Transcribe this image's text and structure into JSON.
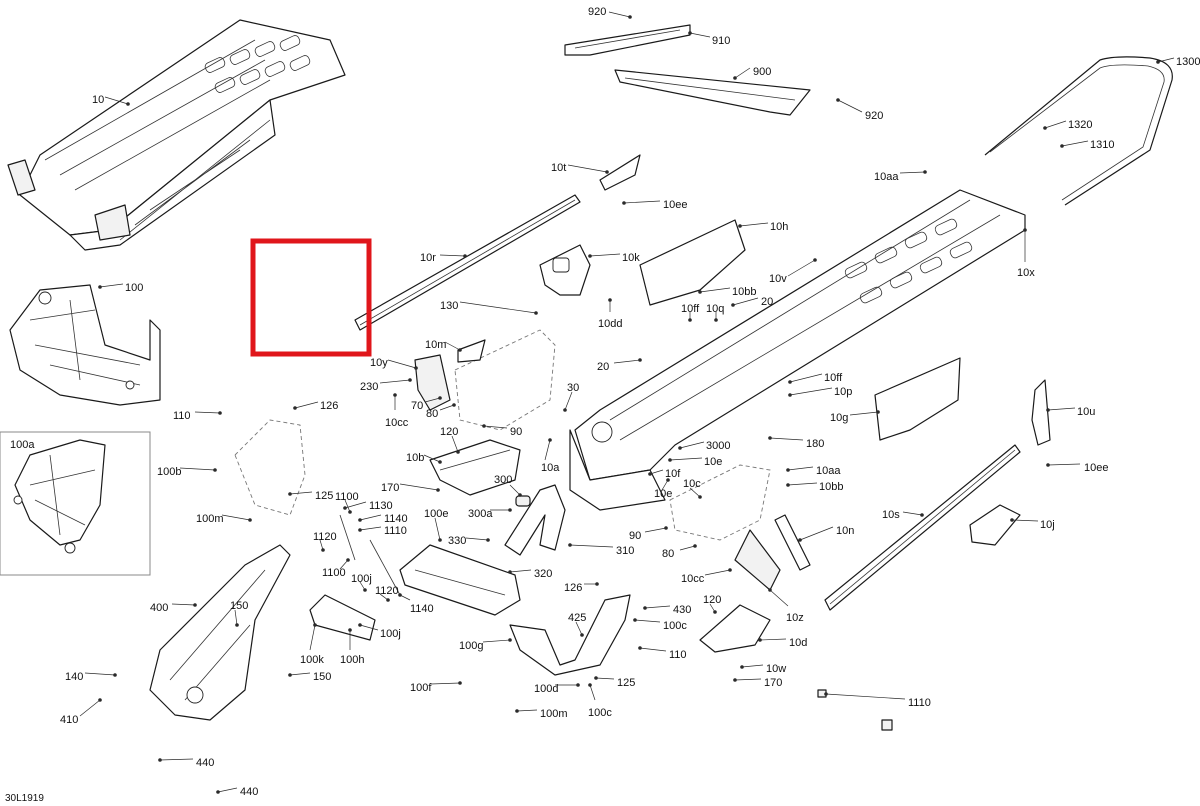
{
  "diagram_code": "30L1919",
  "highlight_color": "#e0161b",
  "line_color": "#1a1a1a",
  "callouts": [
    {
      "id": "920a",
      "label": "920"
    },
    {
      "id": "910",
      "label": "910"
    },
    {
      "id": "900",
      "label": "900"
    },
    {
      "id": "920b",
      "label": "920"
    },
    {
      "id": "1300",
      "label": "1300"
    },
    {
      "id": "1320",
      "label": "1320"
    },
    {
      "id": "1310",
      "label": "1310"
    },
    {
      "id": "10",
      "label": "10"
    },
    {
      "id": "10t",
      "label": "10t"
    },
    {
      "id": "10aa",
      "label": "10aa"
    },
    {
      "id": "10ee",
      "label": "10ee"
    },
    {
      "id": "10h",
      "label": "10h"
    },
    {
      "id": "10r",
      "label": "10r"
    },
    {
      "id": "10k",
      "label": "10k"
    },
    {
      "id": "10v",
      "label": "10v"
    },
    {
      "id": "10x",
      "label": "10x"
    },
    {
      "id": "100",
      "label": "100"
    },
    {
      "id": "130",
      "label": "130"
    },
    {
      "id": "10dd",
      "label": "10dd"
    },
    {
      "id": "10bb",
      "label": "10bb"
    },
    {
      "id": "10ff",
      "label": "10ff"
    },
    {
      "id": "10q",
      "label": "10q"
    },
    {
      "id": "20a",
      "label": "20"
    },
    {
      "id": "10m",
      "label": "10m"
    },
    {
      "id": "10y",
      "label": "10y"
    },
    {
      "id": "20b",
      "label": "20"
    },
    {
      "id": "230",
      "label": "230"
    },
    {
      "id": "70",
      "label": "70"
    },
    {
      "id": "80",
      "label": "80"
    },
    {
      "id": "10cc",
      "label": "10cc"
    },
    {
      "id": "30",
      "label": "30"
    },
    {
      "id": "10ff2",
      "label": "10ff"
    },
    {
      "id": "10p",
      "label": "10p"
    },
    {
      "id": "10g",
      "label": "10g"
    },
    {
      "id": "10u",
      "label": "10u"
    },
    {
      "id": "110",
      "label": "110"
    },
    {
      "id": "126",
      "label": "126"
    },
    {
      "id": "100a",
      "label": "100a"
    },
    {
      "id": "90",
      "label": "90"
    },
    {
      "id": "120",
      "label": "120"
    },
    {
      "id": "3000",
      "label": "3000"
    },
    {
      "id": "180",
      "label": "180"
    },
    {
      "id": "10e",
      "label": "10e"
    },
    {
      "id": "10b",
      "label": "10b"
    },
    {
      "id": "10a",
      "label": "10a"
    },
    {
      "id": "10f",
      "label": "10f"
    },
    {
      "id": "10aa2",
      "label": "10aa"
    },
    {
      "id": "10ee2",
      "label": "10ee"
    },
    {
      "id": "100b",
      "label": "100b"
    },
    {
      "id": "300",
      "label": "300"
    },
    {
      "id": "10c",
      "label": "10c"
    },
    {
      "id": "10bb2",
      "label": "10bb"
    },
    {
      "id": "170",
      "label": "170"
    },
    {
      "id": "10e2",
      "label": "10e"
    },
    {
      "id": "125",
      "label": "125"
    },
    {
      "id": "1100",
      "label": "1100"
    },
    {
      "id": "1130",
      "label": "1130"
    },
    {
      "id": "100e",
      "label": "100e"
    },
    {
      "id": "300a",
      "label": "300a"
    },
    {
      "id": "10s",
      "label": "10s"
    },
    {
      "id": "10j",
      "label": "10j"
    },
    {
      "id": "1140",
      "label": "1140"
    },
    {
      "id": "100m",
      "label": "100m"
    },
    {
      "id": "1110",
      "label": "1110"
    },
    {
      "id": "10n",
      "label": "10n"
    },
    {
      "id": "90b",
      "label": "90"
    },
    {
      "id": "1120",
      "label": "1120"
    },
    {
      "id": "330",
      "label": "330"
    },
    {
      "id": "310",
      "label": "310"
    },
    {
      "id": "80b",
      "label": "80"
    },
    {
      "id": "1100b",
      "label": "1100"
    },
    {
      "id": "100j",
      "label": "100j"
    },
    {
      "id": "320",
      "label": "320"
    },
    {
      "id": "10cc2",
      "label": "10cc"
    },
    {
      "id": "126b",
      "label": "126"
    },
    {
      "id": "1120b",
      "label": "1120"
    },
    {
      "id": "400",
      "label": "400"
    },
    {
      "id": "150",
      "label": "150"
    },
    {
      "id": "1140b",
      "label": "1140"
    },
    {
      "id": "430",
      "label": "430"
    },
    {
      "id": "10z",
      "label": "10z"
    },
    {
      "id": "120b",
      "label": "120"
    },
    {
      "id": "425",
      "label": "425"
    },
    {
      "id": "100c",
      "label": "100c"
    },
    {
      "id": "100j2",
      "label": "100j"
    },
    {
      "id": "10d",
      "label": "10d"
    },
    {
      "id": "100g",
      "label": "100g"
    },
    {
      "id": "100k",
      "label": "100k"
    },
    {
      "id": "100h",
      "label": "100h"
    },
    {
      "id": "110b",
      "label": "110"
    },
    {
      "id": "140",
      "label": "140"
    },
    {
      "id": "150b",
      "label": "150"
    },
    {
      "id": "10w",
      "label": "10w"
    },
    {
      "id": "170b",
      "label": "170"
    },
    {
      "id": "125b",
      "label": "125"
    },
    {
      "id": "100f",
      "label": "100f"
    },
    {
      "id": "100d",
      "label": "100d"
    },
    {
      "id": "1110b",
      "label": "1110"
    },
    {
      "id": "410",
      "label": "410"
    },
    {
      "id": "100m2",
      "label": "100m"
    },
    {
      "id": "100c2",
      "label": "100c"
    },
    {
      "id": "440a",
      "label": "440"
    },
    {
      "id": "440b",
      "label": "440"
    }
  ]
}
